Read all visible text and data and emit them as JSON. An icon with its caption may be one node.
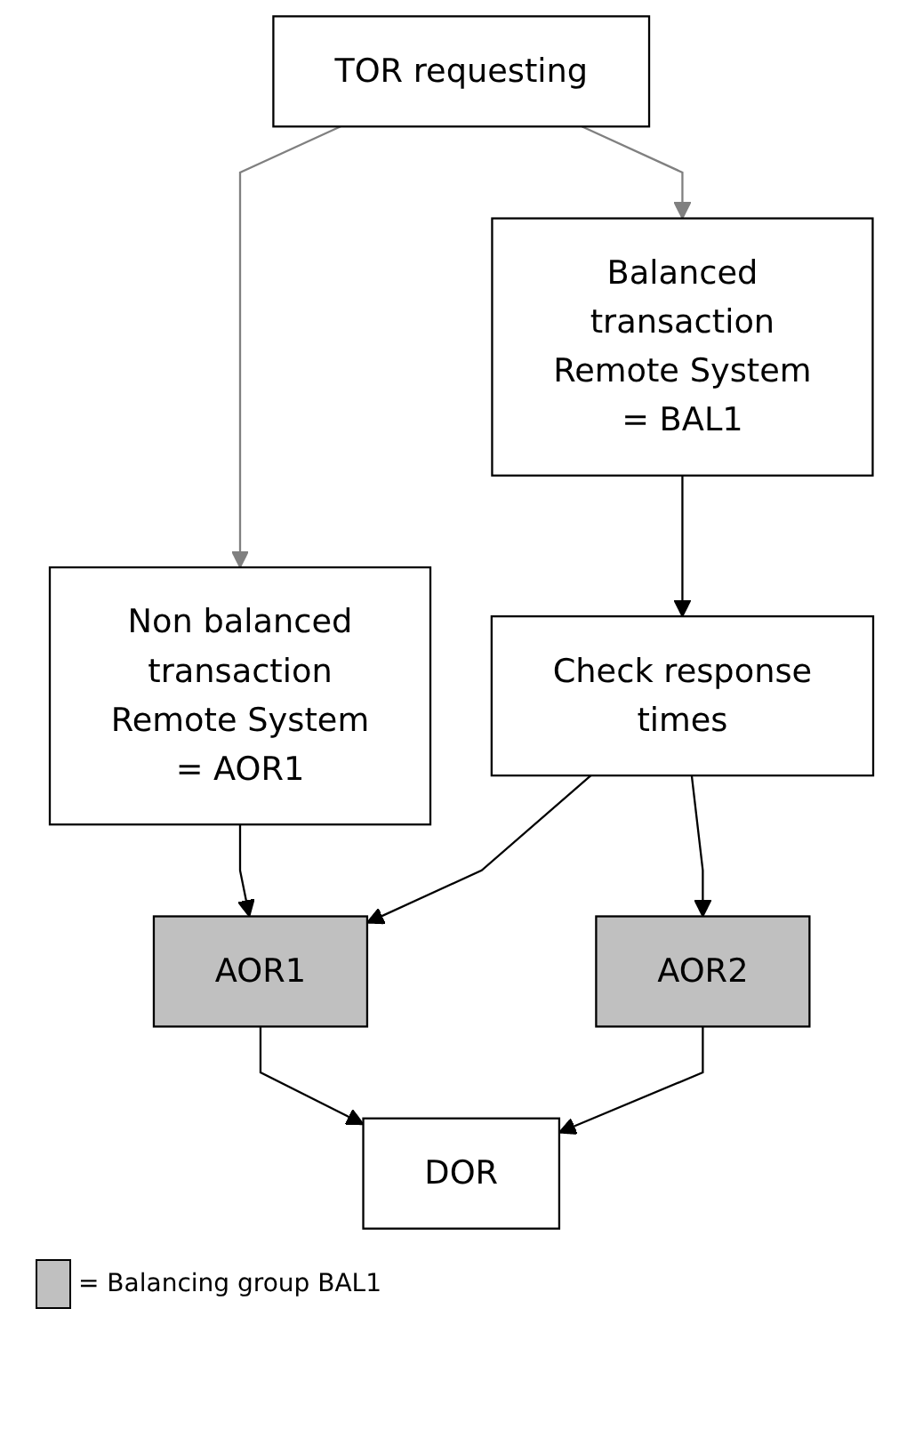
{
  "diagram": {
    "nodes": [
      {
        "text": [
          "TOR requesting"
        ]
      },
      {
        "text": [
          "Non balanced transaction Remote System = AOR1"
        ]
      },
      {
        "text": [
          "Balanced transaction Remote System = BAL1"
        ]
      },
      {
        "text": [
          "Check response times"
        ]
      },
      {
        "text": [
          "AOR1"
        ]
      },
      {
        "text": [
          "AOR2"
        ]
      },
      {
        "text": [
          "DOR"
        ]
      }
    ],
    "edges": [
      {
        "from": 0,
        "to": 1,
        "arrow": "to",
        "color": "#808080"
      },
      {
        "from": 0,
        "to": 2,
        "arrow": "to",
        "color": "#808080"
      },
      {
        "from": 1,
        "to": 4,
        "arrow": "to"
      },
      {
        "from": 2,
        "to": 3,
        "arrow": "to"
      },
      {
        "from": 3,
        "to": 4,
        "arrow": "to"
      },
      {
        "from": 3,
        "to": 5,
        "arrow": "to"
      },
      {
        "from": 4,
        "to": 6,
        "arrow": "to"
      },
      {
        "from": 5,
        "to": 6,
        "arrow": "to"
      }
    ],
    "legend": [
      {
        "text": "= Balancing group BAL1",
        "color": "#c0c0c0"
      }
    ]
  }
}
